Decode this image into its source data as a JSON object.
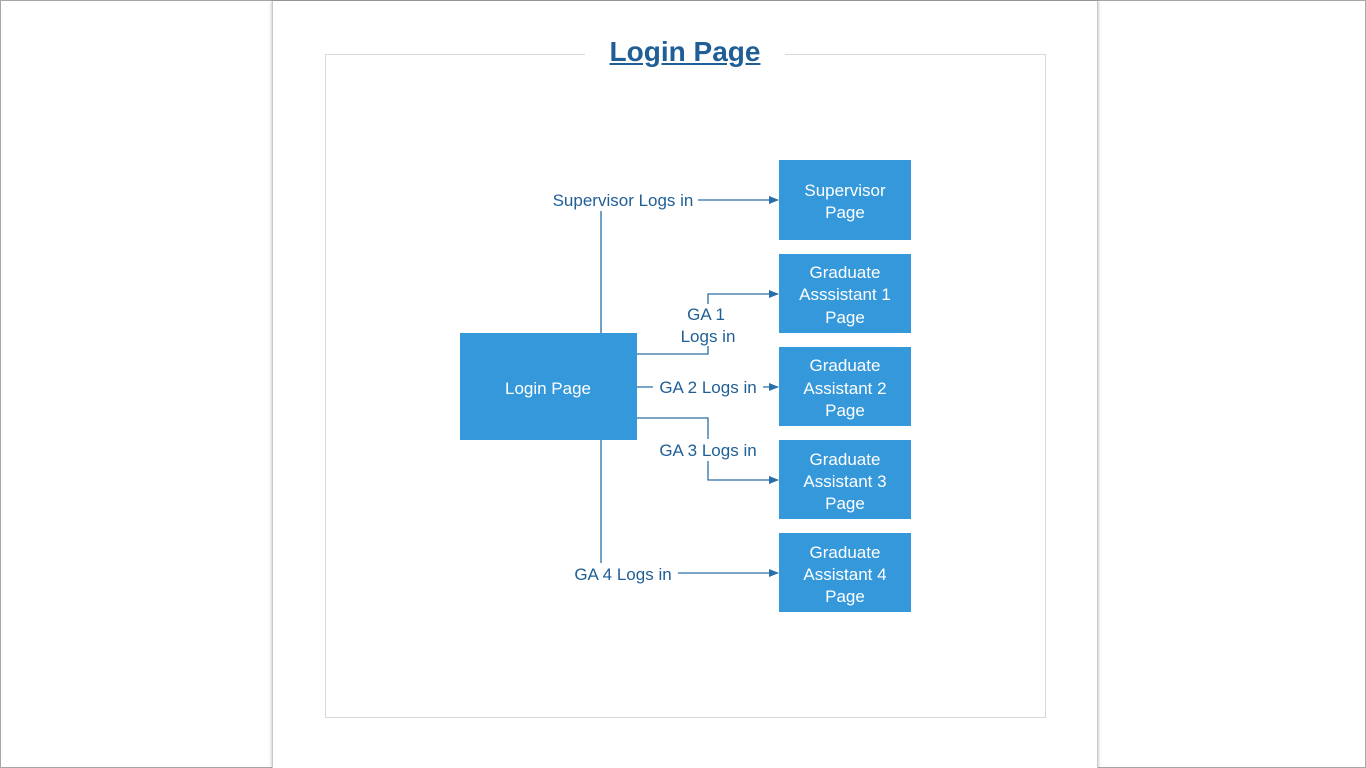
{
  "title": "Login Page",
  "colors": {
    "node_fill": "#3498db",
    "node_text": "#ffffff",
    "edge_label": "#1f5f96",
    "connector": "#2a6fa8",
    "title": "#1f5f96"
  },
  "nodes": {
    "login": {
      "lines": [
        "Login Page"
      ]
    },
    "supervisor": {
      "lines": [
        "Supervisor",
        "Page"
      ]
    },
    "ga1": {
      "lines": [
        "Graduate",
        "Asssistant 1",
        "Page"
      ]
    },
    "ga2": {
      "lines": [
        "Graduate",
        "Assistant 2",
        "Page"
      ]
    },
    "ga3": {
      "lines": [
        "Graduate",
        "Assistant 3",
        "Page"
      ]
    },
    "ga4": {
      "lines": [
        "Graduate",
        "Assistant 4",
        "Page"
      ]
    }
  },
  "edges": {
    "supervisor": {
      "lines": [
        "Supervisor Logs in"
      ]
    },
    "ga1": {
      "lines": [
        "GA 1",
        "Logs in"
      ]
    },
    "ga2": {
      "lines": [
        "GA 2 Logs in"
      ]
    },
    "ga3": {
      "lines": [
        "GA 3 Logs in"
      ]
    },
    "ga4": {
      "lines": [
        "GA 4 Logs in"
      ]
    }
  }
}
